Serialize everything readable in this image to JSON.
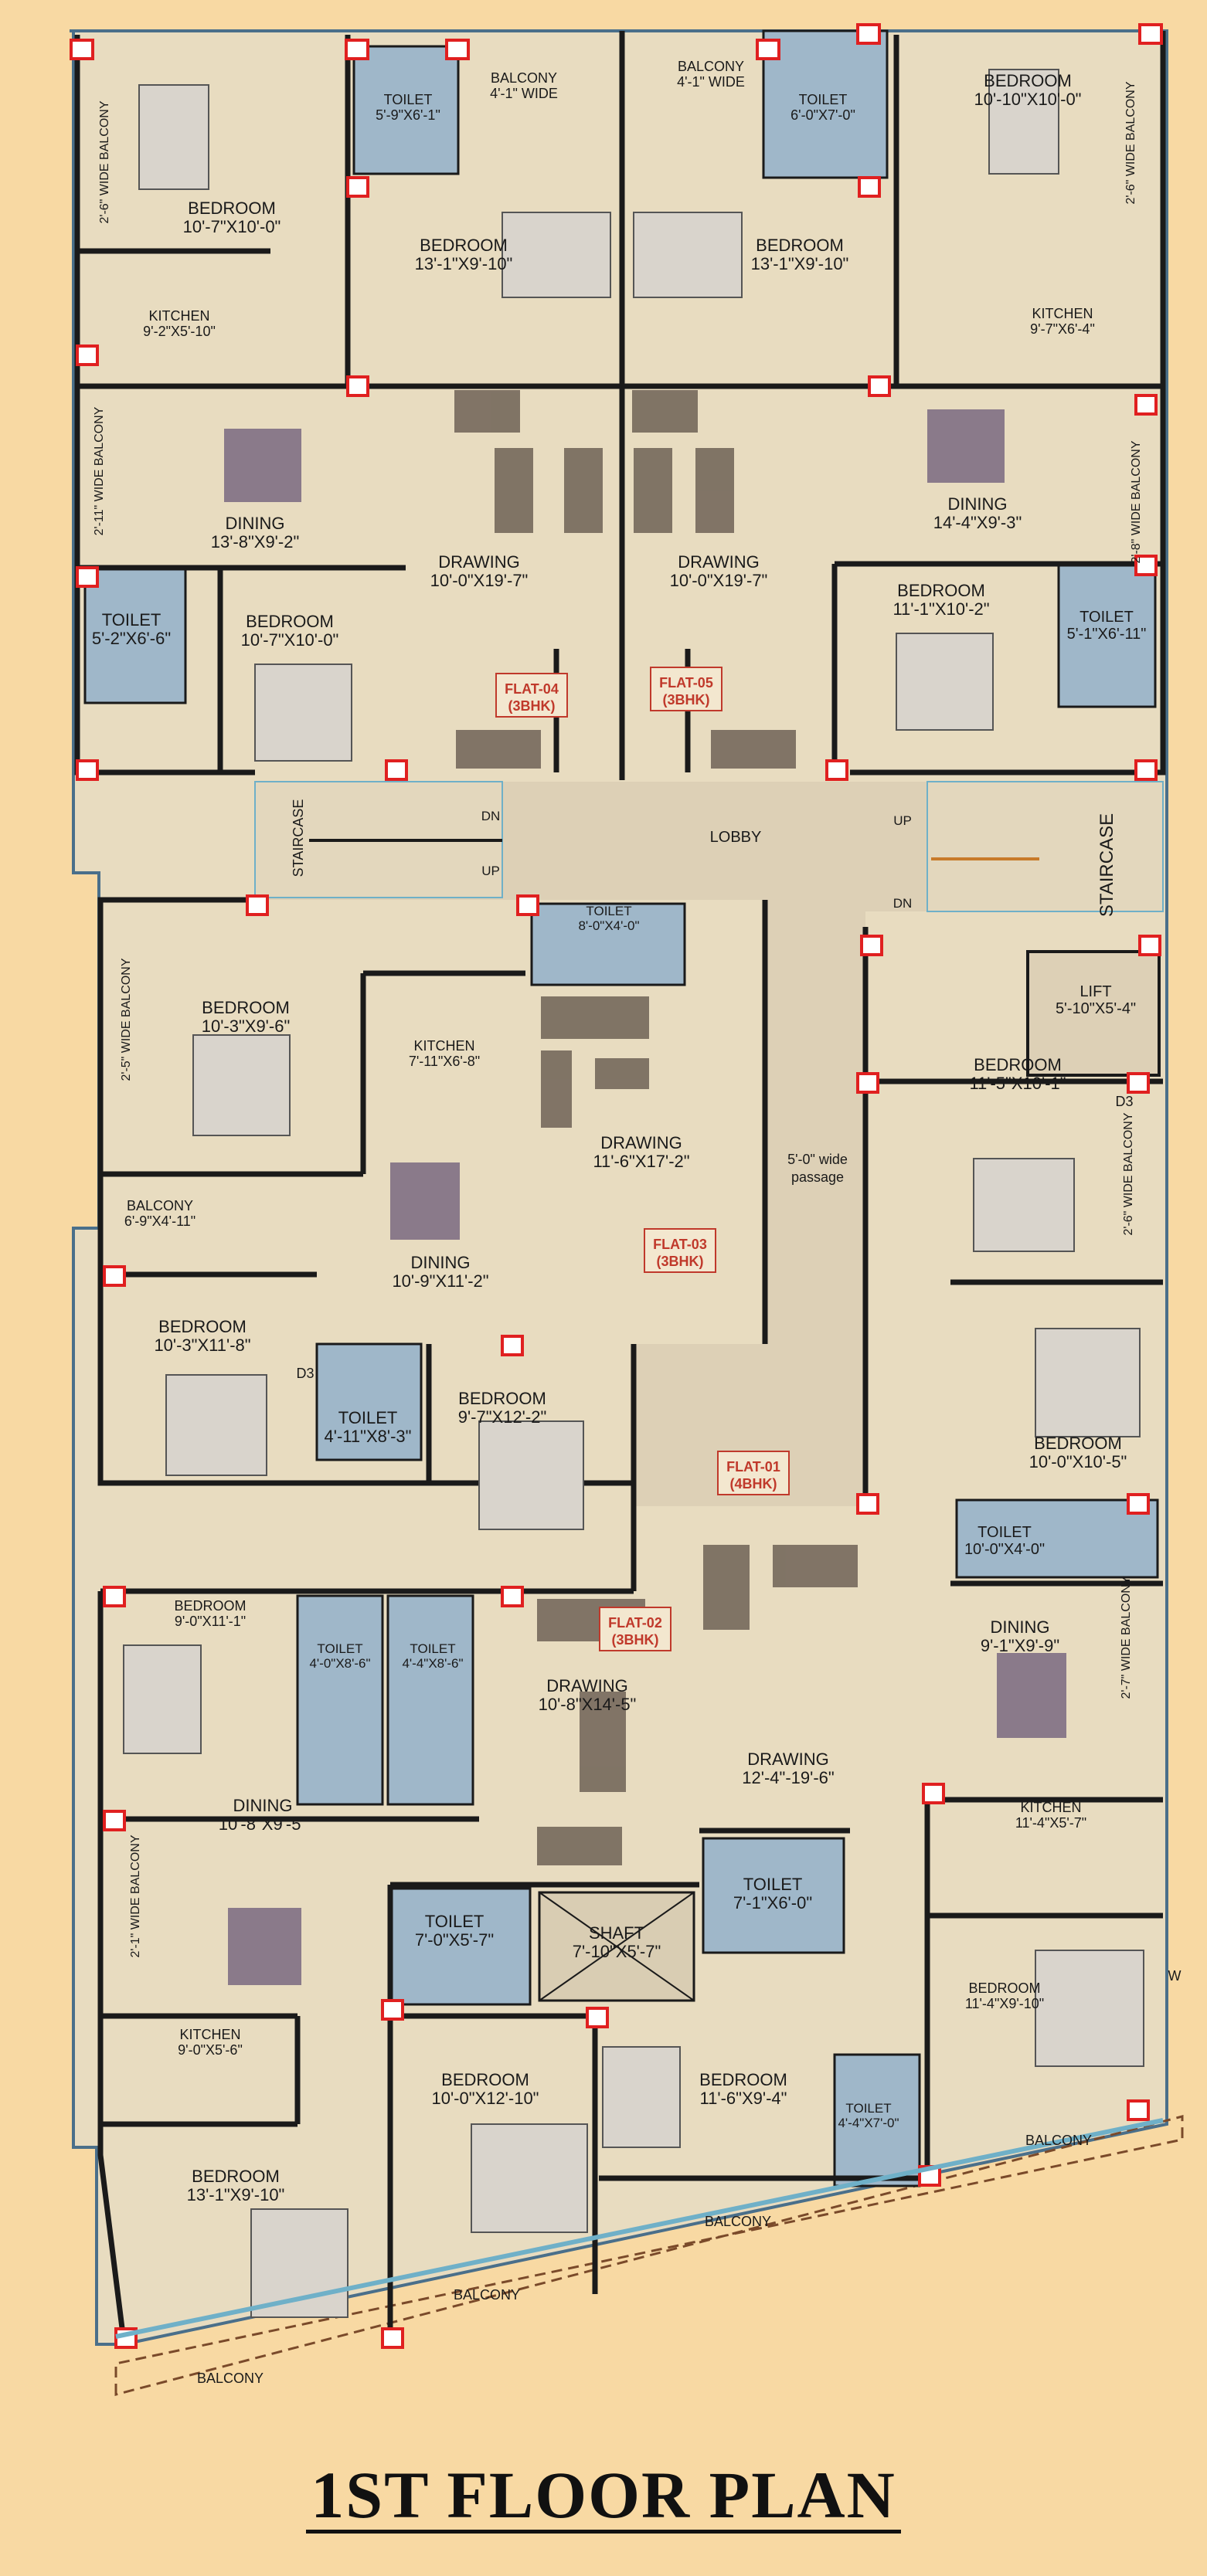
{
  "title": "1ST FLOOR PLAN",
  "colors": {
    "background": "#f8d9a3",
    "floor": "#e8dcc0",
    "wall": "#1a1a1a",
    "toilet": "#9fb7c9",
    "column": "#e02020",
    "flat_tag": "#c0392b",
    "balcony_rail": "#6fb0c8"
  },
  "flats": [
    {
      "id": "flat-04",
      "name": "FLAT-04",
      "type": "(3BHK)"
    },
    {
      "id": "flat-05",
      "name": "FLAT-05",
      "type": "(3BHK)"
    },
    {
      "id": "flat-03",
      "name": "FLAT-03",
      "type": "(3BHK)"
    },
    {
      "id": "flat-01",
      "name": "FLAT-01",
      "type": "(4BHK)"
    },
    {
      "id": "flat-02",
      "name": "FLAT-02",
      "type": "(3BHK)"
    }
  ],
  "rooms": [
    {
      "id": "toilet-tl",
      "name": "TOILET",
      "dim": "5'-9\"X6'-1\""
    },
    {
      "id": "balcony-top-l",
      "name": "BALCONY",
      "dim": "4'-1\" WIDE"
    },
    {
      "id": "balcony-top-r",
      "name": "BALCONY",
      "dim": "4'-1\" WIDE"
    },
    {
      "id": "toilet-tr",
      "name": "TOILET",
      "dim": "6'-0\"X7'-0\""
    },
    {
      "id": "bedroom-tl",
      "name": "BEDROOM",
      "dim": "10'-7\"X10'-0\""
    },
    {
      "id": "bedroom-tr",
      "name": "BEDROOM",
      "dim": "10'-10\"X10'-0\""
    },
    {
      "id": "bedroom-tc-l",
      "name": "BEDROOM",
      "dim": "13'-1\"X9'-10\""
    },
    {
      "id": "bedroom-tc-r",
      "name": "BEDROOM",
      "dim": "13'-1\"X9'-10\""
    },
    {
      "id": "kitchen-tl",
      "name": "KITCHEN",
      "dim": "9'-2\"X5'-10\""
    },
    {
      "id": "kitchen-tr",
      "name": "KITCHEN",
      "dim": "9'-7\"X6'-4\""
    },
    {
      "id": "dining-tl",
      "name": "DINING",
      "dim": "13'-8\"X9'-2\""
    },
    {
      "id": "dining-tr",
      "name": "DINING",
      "dim": "14'-4\"X9'-3\""
    },
    {
      "id": "drawing-f4",
      "name": "DRAWING",
      "dim": "10'-0\"X19'-7\""
    },
    {
      "id": "drawing-f5",
      "name": "DRAWING",
      "dim": "10'-0\"X19'-7\""
    },
    {
      "id": "toilet-ml",
      "name": "TOILET",
      "dim": "5'-2\"X6'-6\""
    },
    {
      "id": "bedroom-ml",
      "name": "BEDROOM",
      "dim": "10'-7\"X10'-0\""
    },
    {
      "id": "bedroom-mr",
      "name": "BEDROOM",
      "dim": "11'-1\"X10'-2\""
    },
    {
      "id": "toilet-mr",
      "name": "TOILET",
      "dim": "5'-1\"X6'-11\""
    },
    {
      "id": "toilet-f3",
      "name": "TOILET",
      "dim": "8'-0\"X4'-0\""
    },
    {
      "id": "bedroom-f3a",
      "name": "BEDROOM",
      "dim": "10'-3\"X9'-6\""
    },
    {
      "id": "kitchen-f3",
      "name": "KITCHEN",
      "dim": "7'-11\"X6'-8\""
    },
    {
      "id": "drawing-f3",
      "name": "DRAWING",
      "dim": "11'-6\"X17'-2\""
    },
    {
      "id": "balcony-f3",
      "name": "BALCONY",
      "dim": "6'-9\"X4'-11\""
    },
    {
      "id": "dining-f3",
      "name": "DINING",
      "dim": "10'-9\"X11'-2\""
    },
    {
      "id": "lift",
      "name": "LIFT",
      "dim": "5'-10\"X5'-4\""
    },
    {
      "id": "bedroom-f1a",
      "name": "BEDROOM",
      "dim": "11'-5\"X10'-1\""
    },
    {
      "id": "bedroom-f3b",
      "name": "BEDROOM",
      "dim": "10'-3\"X11'-8\""
    },
    {
      "id": "toilet-f3b",
      "name": "TOILET",
      "dim": "4'-11\"X8'-3\""
    },
    {
      "id": "bedroom-f3c",
      "name": "BEDROOM",
      "dim": "9'-7\"X12'-2\""
    },
    {
      "id": "bedroom-f1b",
      "name": "BEDROOM",
      "dim": "10'-0\"X10'-5\""
    },
    {
      "id": "toilet-f1a",
      "name": "TOILET",
      "dim": "10'-0\"X4'-0\""
    },
    {
      "id": "bedroom-f2a",
      "name": "BEDROOM",
      "dim": "9'-0\"X11'-1\""
    },
    {
      "id": "toilet-f2a",
      "name": "TOILET",
      "dim": "4'-0\"X8'-6\""
    },
    {
      "id": "toilet-f2b",
      "name": "TOILET",
      "dim": "4'-4\"X8'-6\""
    },
    {
      "id": "drawing-f2",
      "name": "DRAWING",
      "dim": "10'-8\"X14'-5\""
    },
    {
      "id": "dining-f1",
      "name": "DINING",
      "dim": "9'-1\"X9'-9\""
    },
    {
      "id": "drawing-f1",
      "name": "DRAWING",
      "dim": "12'-4\"-19'-6\""
    },
    {
      "id": "dining-f2",
      "name": "DINING",
      "dim": "10'-8\"X9'-5\""
    },
    {
      "id": "kitchen-f1",
      "name": "KITCHEN",
      "dim": "11'-4\"X5'-7\""
    },
    {
      "id": "toilet-f1b",
      "name": "TOILET",
      "dim": "7'-1\"X6'-0\""
    },
    {
      "id": "toilet-f2c",
      "name": "TOILET",
      "dim": "7'-0\"X5'-7\""
    },
    {
      "id": "shaft",
      "name": "SHAFT",
      "dim": "7'-10\"X5'-7\""
    },
    {
      "id": "bedroom-f1c",
      "name": "BEDROOM",
      "dim": "11'-4\"X9'-10\""
    },
    {
      "id": "kitchen-f2",
      "name": "KITCHEN",
      "dim": "9'-0\"X5'-6\""
    },
    {
      "id": "bedroom-f2b",
      "name": "BEDROOM",
      "dim": "10'-0\"X12'-10\""
    },
    {
      "id": "bedroom-f1d",
      "name": "BEDROOM",
      "dim": "11'-6\"X9'-4\""
    },
    {
      "id": "toilet-f1c",
      "name": "TOILET",
      "dim": "4'-4\"X7'-0\""
    },
    {
      "id": "bedroom-f2c",
      "name": "BEDROOM",
      "dim": "13'-1\"X9'-10\""
    }
  ],
  "side_balconies": [
    {
      "id": "sb-1",
      "text": "2'-6\" WIDE BALCONY"
    },
    {
      "id": "sb-2",
      "text": "2'-6\" WIDE BALCONY"
    },
    {
      "id": "sb-3",
      "text": "2'-11\" WIDE BALCONY"
    },
    {
      "id": "sb-4",
      "text": "2'-8\" WIDE BALCONY"
    },
    {
      "id": "sb-5",
      "text": "2'-5\" WIDE BALCONY"
    },
    {
      "id": "sb-6",
      "text": "2'-6\" WIDE BALCONY"
    },
    {
      "id": "sb-7",
      "text": "2'-7\" WIDE BALCONY"
    },
    {
      "id": "sb-8",
      "text": "2'-1\" WIDE BALCONY"
    }
  ],
  "misc": [
    {
      "id": "staircase-l",
      "text": "STAIRCASE"
    },
    {
      "id": "staircase-r",
      "text": "STAIRCASE"
    },
    {
      "id": "lobby",
      "text": "LOBBY"
    },
    {
      "id": "dn-l",
      "text": "DN"
    },
    {
      "id": "up-l",
      "text": "UP"
    },
    {
      "id": "up-r",
      "text": "UP"
    },
    {
      "id": "dn-r",
      "text": "DN"
    },
    {
      "id": "passage-1",
      "text": "5'-0\" wide"
    },
    {
      "id": "passage-2",
      "text": "passage"
    },
    {
      "id": "bal-f1a",
      "text": "BALCONY"
    },
    {
      "id": "bal-f1b",
      "text": "BALCONY"
    },
    {
      "id": "bal-f2a",
      "text": "BALCONY"
    },
    {
      "id": "bal-f2b",
      "text": "BALCONY"
    },
    {
      "id": "d3-a",
      "text": "D3"
    },
    {
      "id": "d3-b",
      "text": "D3"
    },
    {
      "id": "w-a",
      "text": "W"
    }
  ]
}
